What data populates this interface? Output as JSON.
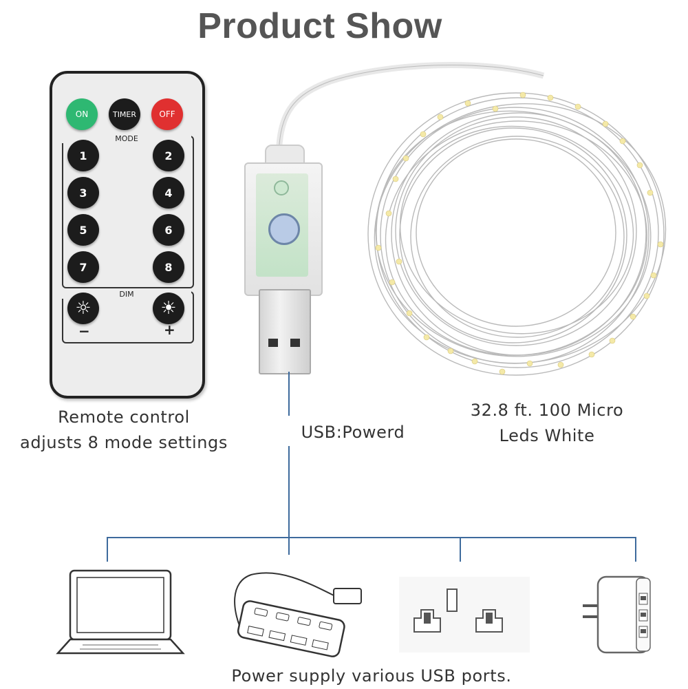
{
  "title": "Product Show",
  "remote": {
    "top_buttons": [
      "ON",
      "TIMER",
      "OFF"
    ],
    "mode_label": "MODE",
    "mode_buttons": [
      "1",
      "2",
      "3",
      "4",
      "5",
      "6",
      "7",
      "8"
    ],
    "dim_label": "DIM",
    "dim_minus": "−",
    "dim_plus": "+",
    "colors": {
      "on": "#2eb872",
      "off": "#e03030",
      "button": "#1c1c1c"
    }
  },
  "captions": {
    "remote_line1": "Remote control",
    "remote_line2": "adjusts 8 mode settings",
    "usb": "USB:Powerd",
    "leds_line1": "32.8 ft. 100 Micro",
    "leds_line2": "Leds  White",
    "bottom": "Power supply various USB ports."
  },
  "devices": [
    "laptop-icon",
    "usb-hub-icon",
    "wall-socket-icon",
    "usb-wall-adapter-icon"
  ],
  "accent_line_color": "#3d6a9c"
}
